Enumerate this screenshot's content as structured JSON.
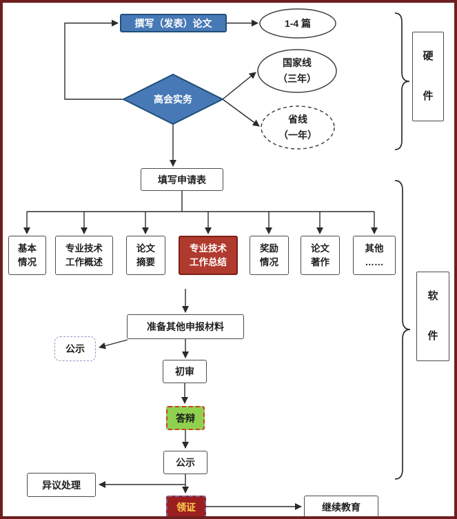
{
  "diagram": {
    "nodes": {
      "write_paper": "撰写（发表）论文",
      "papers_count": "1-4 篇",
      "senior_practice": "高会实务",
      "national_line": "国家线\n（三年）",
      "provincial_line": "省线\n（一年）",
      "fill_form": "填写申请表",
      "basic_info": "基本\n情况",
      "work_overview": "专业技术\n工作概述",
      "paper_abstract": "论文\n摘要",
      "work_summary": "专业技术\n工作总结",
      "awards": "奖励\n情况",
      "papers_works": "论文\n著作",
      "others": "其他\n……",
      "prepare_materials": "准备其他申报材料",
      "publicity_first": "公示",
      "first_review": "初审",
      "defense": "答辩",
      "publicity_second": "公示",
      "objection_handling": "异议处理",
      "get_certificate": "领证",
      "continuing_education": "继续教育",
      "hardware": "硬\n件",
      "software": "软\n件"
    },
    "colors": {
      "blue_node": "#4779b6",
      "blue_border": "#1f4e79",
      "red_node": "#b03a2e",
      "dark_red_node": "#9c1f1f",
      "green_node": "#8fd14f",
      "certificate_text": "#ffd24d",
      "connector_line": "#2b2b2b",
      "frame_border": "#6d1f1f"
    }
  }
}
